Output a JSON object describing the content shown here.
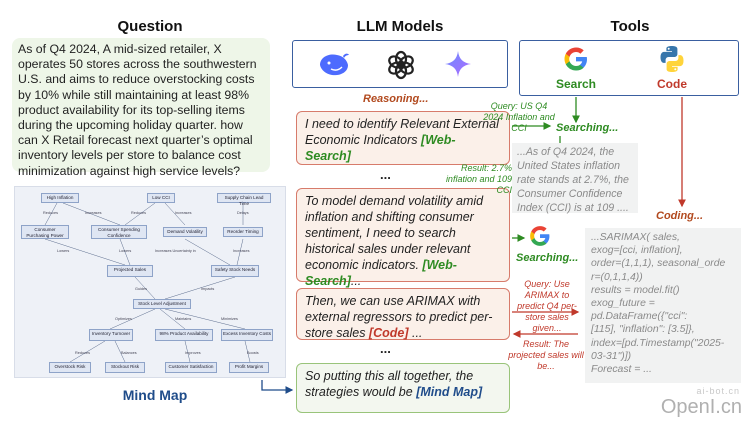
{
  "headers": {
    "question": "Question",
    "llm_models": "LLM Models",
    "tools": "Tools"
  },
  "question_text": "As of Q4 2024, A mid-sized retailer, X operates 50 stores across the southwestern U.S. and aims to reduce overstocking costs by 10% while still maintaining at least 98% product availability for its top-selling items during the upcoming holiday quarter. how can X Retail forecast next quarter’s optimal inventory levels per store to balance cost minimization against high service levels?",
  "mind_map": {
    "title": "Mind Map",
    "nodes": [
      "High Inflation",
      "Low CCI",
      "Supply Chain Lead Time",
      "Consumer Purchasing Power",
      "Consumer Spending Confidence",
      "Demand Volatility",
      "Reorder Timing",
      "Projected Sales",
      "Safety Stock Needs",
      "Stock Level Adjustment",
      "Inventory Turnover",
      "98% Product Availability",
      "Excess Inventory Costs",
      "Overstock Risk",
      "Stockout Risk",
      "Customer Satisfaction",
      "Profit Margins"
    ],
    "edge_labels": [
      "Reduces",
      "Increases",
      "Reduces",
      "Increases",
      "Delays",
      "Lowers",
      "Lowers",
      "Increases Uncertainty in",
      "Increases",
      "Guides",
      "Impacts",
      "Optimizes",
      "Maintains",
      "Minimizes",
      "Reduces",
      "Balances",
      "Improves",
      "Boosts"
    ]
  },
  "llm_models": {
    "icons": [
      "whale-logo-icon",
      "knot-logo-icon",
      "sparkle-star-icon"
    ]
  },
  "tools": {
    "search_label": "Search",
    "code_label": "Code"
  },
  "reasoning_label": "Reasoning...",
  "steps": {
    "step1_text": "I need to identify Relevant External Economic Indicators ",
    "step1_tag": "[Web-Search]",
    "step2_text": "To model demand volatility amid inflation and shifting consumer sentiment, I need to search historical sales under relevant economic indicators. ",
    "step2_tag": "[Web-Search]",
    "step2_suffix": "...",
    "step3_text": "Then, we can use ARIMAX with external regressors to predict per-store sales ",
    "step3_tag": "[Code]",
    "step3_suffix": " ...",
    "step4_text": "So putting this all together, the strategies would be ",
    "step4_tag": "[Mind Map]",
    "ellipsis": "..."
  },
  "arrows": {
    "query1": "Query: US Q4 2024 Inflation and CCI",
    "result1": "Result: 2.7% inflation and 109 CCI",
    "query2": "Query: Use ARIMAX to predict Q4 per-store sales given...",
    "result2": "Result: The projected sales will be...",
    "searching": "Searching...",
    "coding": "Coding..."
  },
  "search_result": "...As of Q4 2024, the United States inflation rate stands at 2.7%, the Consumer Confidence Index (CCI) is at 109 ....",
  "code_lines": [
    "...SARIMAX( sales,",
    "exog=[cci, inflation],",
    "order=(1,1,1), seasonal_orde",
    "r=(0,1,1,4))",
    "results = model.fit()",
    "exog_future =",
    "pd.DataFrame({\"cci\":",
    "[115], \"inflation\": [3.5]},",
    "index=[pd.Timestamp(\"2025-",
    "03-31\")])",
    "Forecast = ..."
  ],
  "watermark": {
    "small": "ai-bot.cn",
    "large": "OpenI.cn"
  },
  "colors": {
    "green": "#2e8b22",
    "red": "#c0392b",
    "blue": "#1f4c8a",
    "orange": "#b24a1f"
  }
}
